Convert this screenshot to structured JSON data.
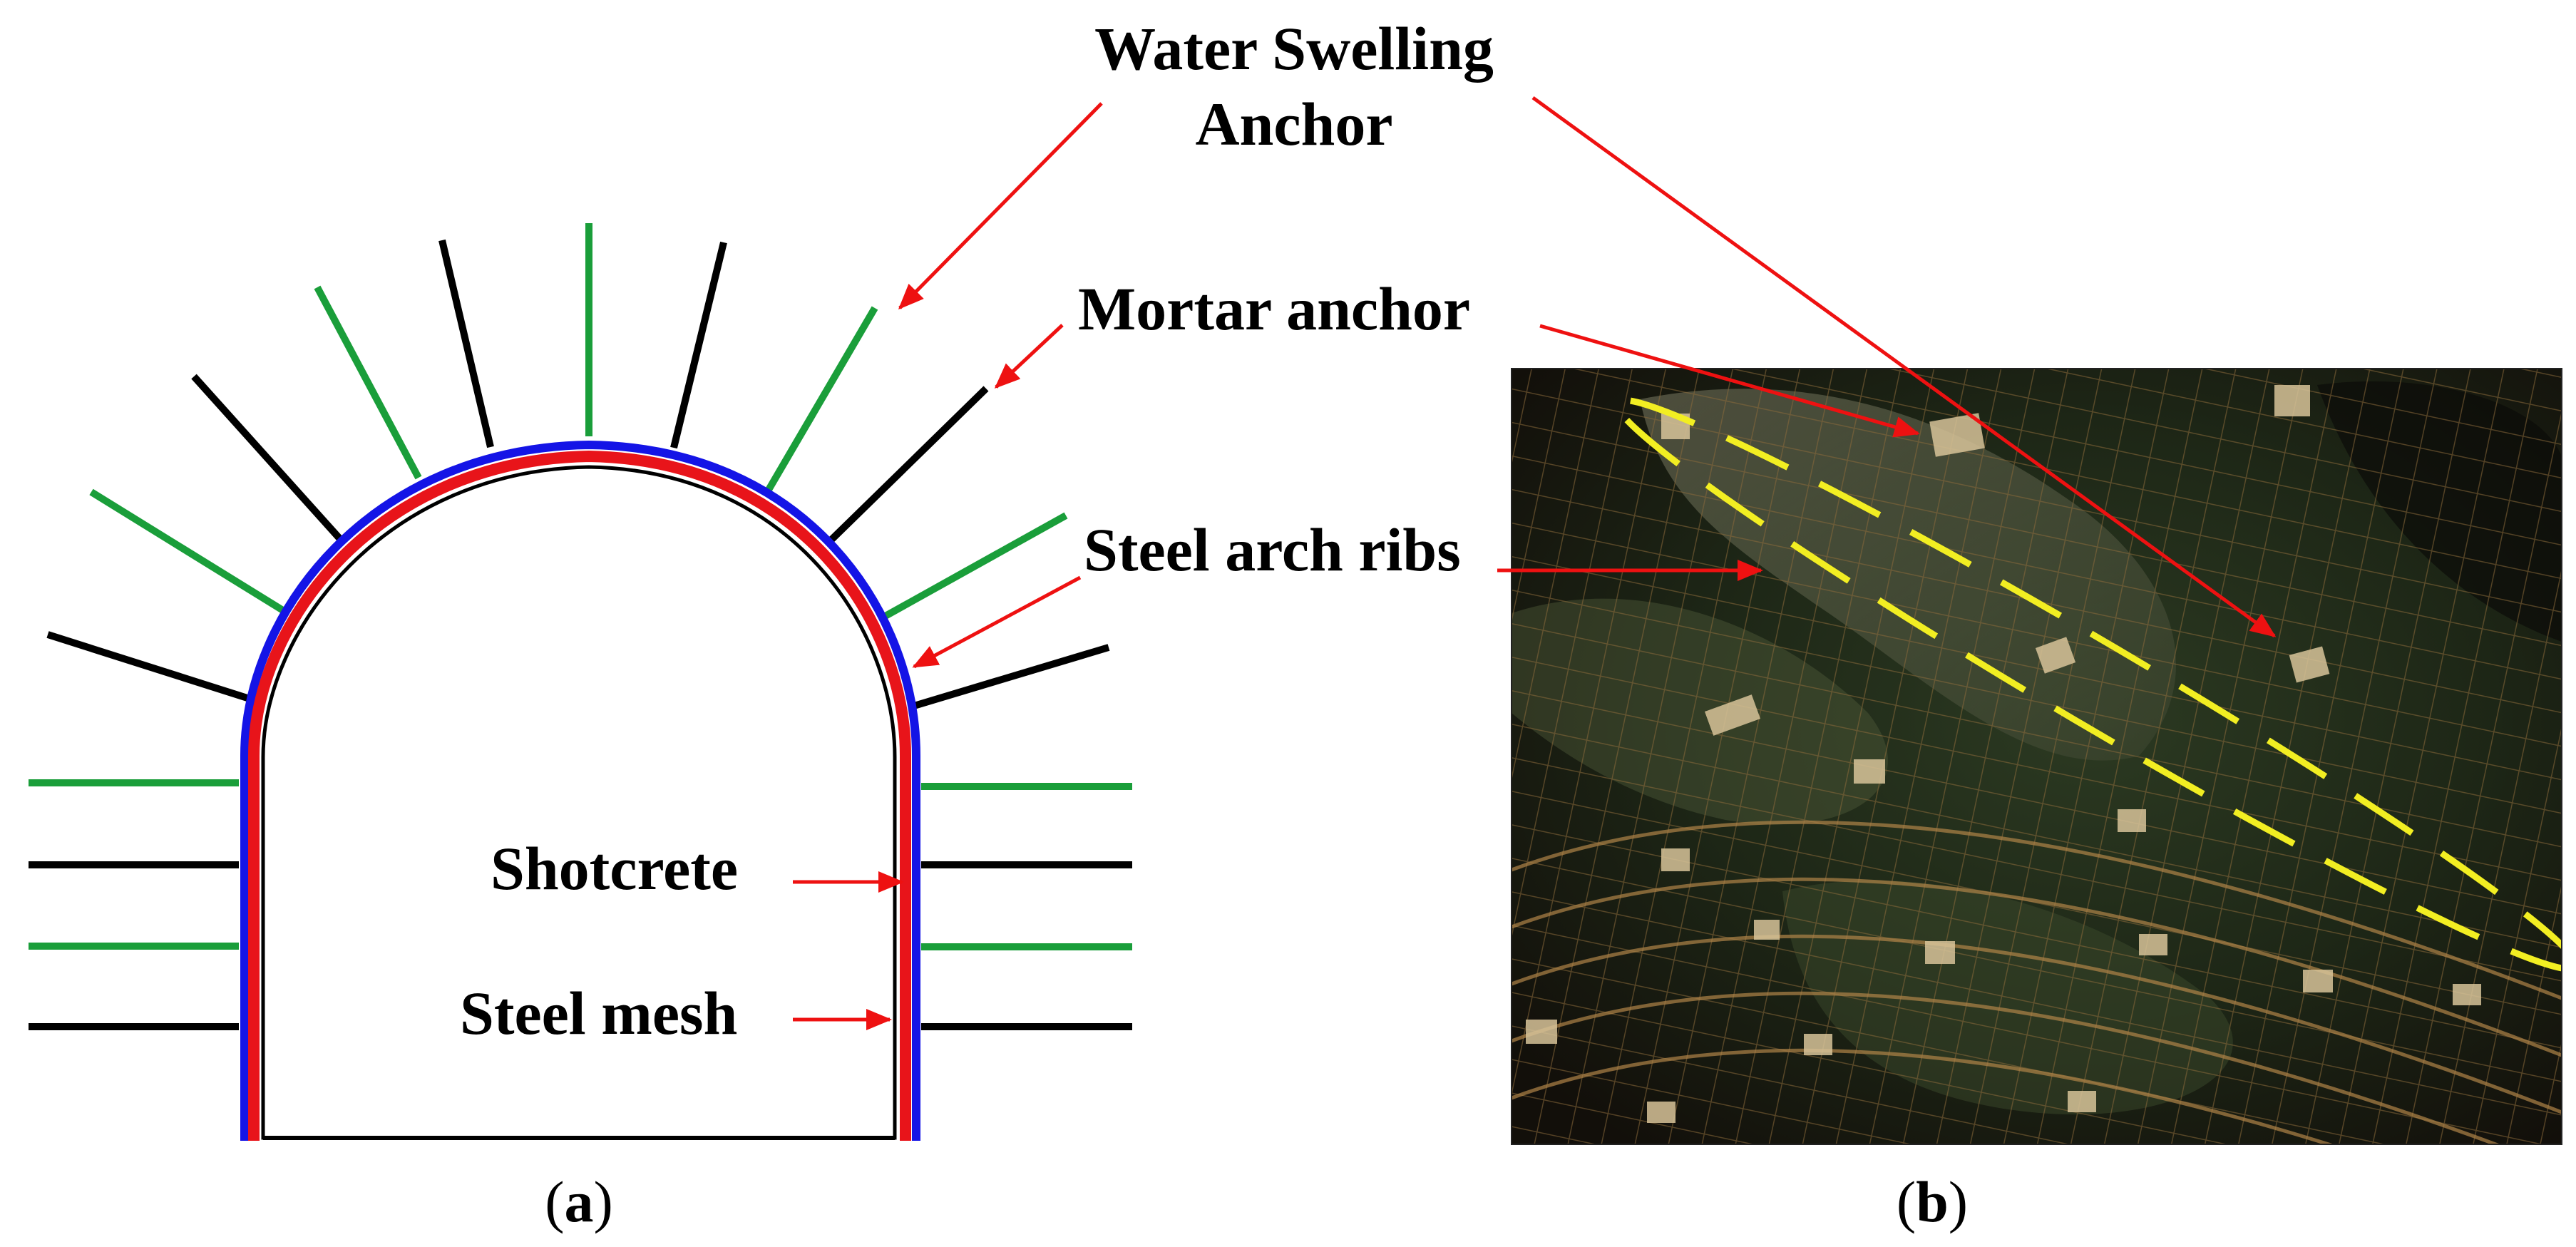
{
  "labels": {
    "water_swelling_line1": "Water Swelling",
    "water_swelling_line2": "Anchor",
    "mortar_anchor": "Mortar anchor",
    "steel_arch_ribs": "Steel arch ribs",
    "shotcrete": "Shotcrete",
    "steel_mesh": "Steel mesh"
  },
  "captions": {
    "a": "a",
    "b": "b"
  },
  "legend_colors": {
    "water_swelling_anchor": "#1a9e3a",
    "mortar_anchor": "#000000",
    "steel_arch_rib": "#e8141a",
    "shotcrete": "#1414e6",
    "steel_mesh": "#000000",
    "annotation_arrow": "#ee1111",
    "highlight_ellipse": "#f2ee22"
  }
}
